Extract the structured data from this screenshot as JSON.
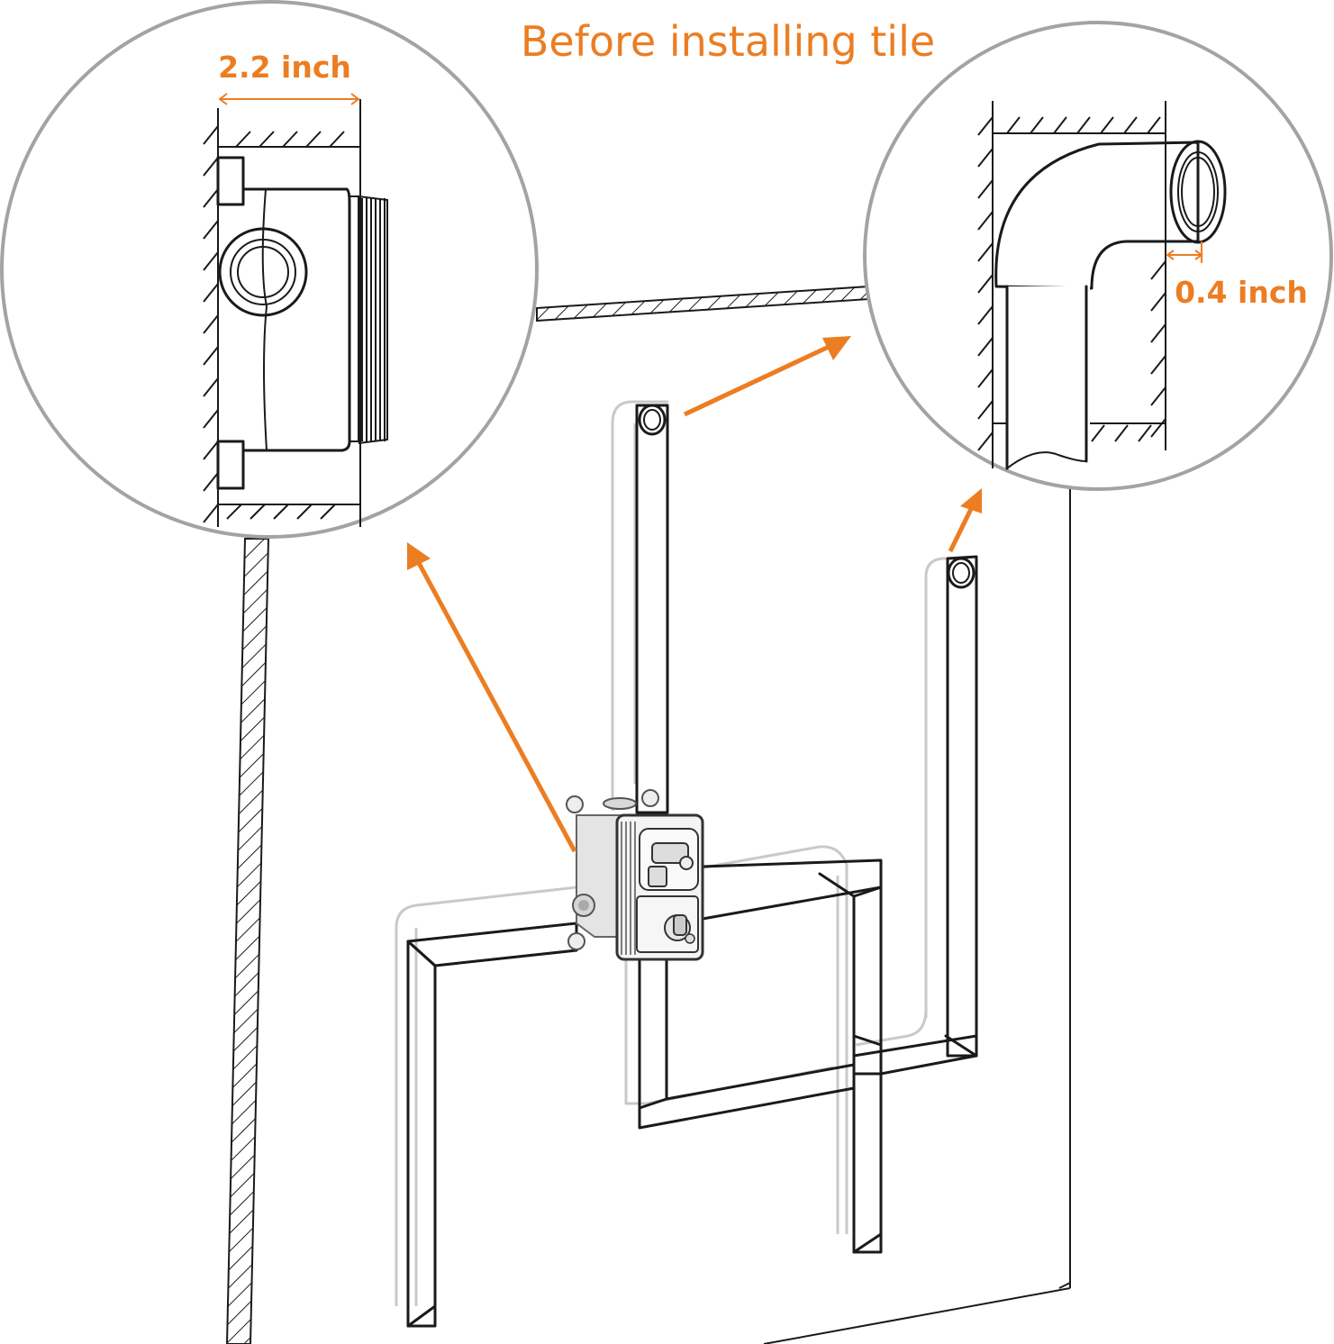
{
  "title": "Before installing tile",
  "callouts": {
    "valve_depth": {
      "label": "2.2 inch"
    },
    "elbow_offset": {
      "label": "0.4 inch"
    }
  },
  "colors": {
    "accent": "#ec7d22",
    "line": "#1a1a1a",
    "ghost_line": "#c9c9c9",
    "circle_border": "#a3a3a3",
    "background": "#ffffff"
  },
  "icons": {
    "valve_body": "shower-valve-icon",
    "elbow_outlet": "pipe-elbow-icon"
  }
}
